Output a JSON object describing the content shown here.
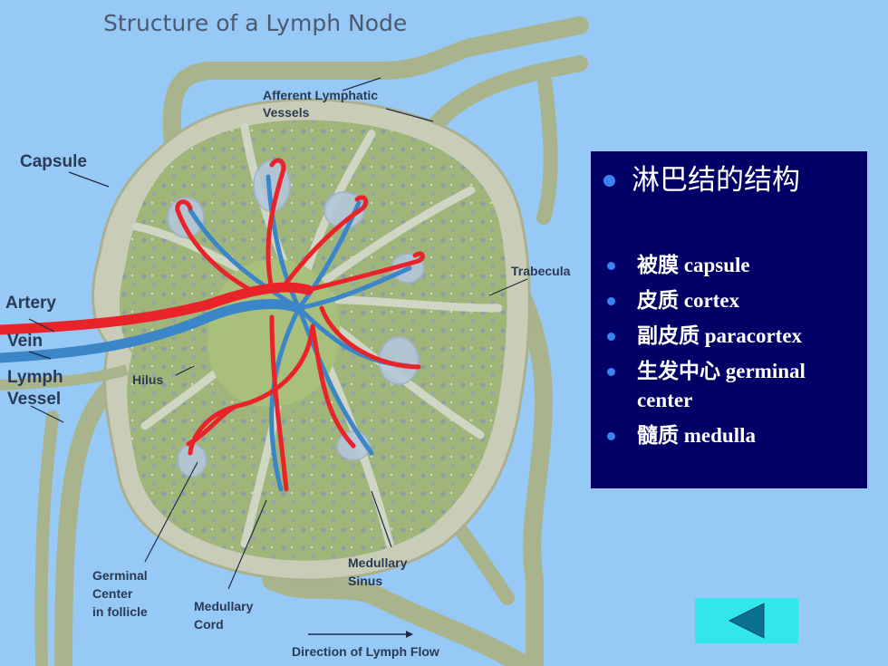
{
  "diagram": {
    "title": "Structure of a Lymph Node",
    "labels": {
      "afferent_1": "Afferent Lymphatic",
      "afferent_2": "Vessels",
      "capsule": "Capsule",
      "trabecula": "Trabecula",
      "artery": "Artery",
      "vein": "Vein",
      "lymph_vessel_1": "Lymph",
      "lymph_vessel_2": "Vessel",
      "hilus": "Hilus",
      "germinal_1": "Germinal",
      "germinal_2": "Center",
      "germinal_3": "in follicle",
      "medullary_cord_1": "Medullary",
      "medullary_cord_2": "Cord",
      "medullary_sinus_1": "Medullary",
      "medullary_sinus_2": "Sinus",
      "direction": "Direction of Lymph Flow"
    },
    "colors": {
      "background": "#97c9f7",
      "vessel": "#a9b48c",
      "capsule": "#c9cdb8",
      "cortex": "#9fb57a",
      "medulla": "#a8c07c",
      "artery": "#e8242a",
      "vein": "#3a86c8"
    }
  },
  "panel": {
    "heading": "淋巴结的结构",
    "items": [
      "被膜 capsule",
      "皮质 cortex",
      "副皮质 paracortex",
      "生发中心 germinal center",
      "髓质 medulla"
    ],
    "bullet_color": "#3b82f0",
    "background": "#000066"
  },
  "nav": {
    "back_icon": "triangle-left-icon",
    "color": "#33e6ea"
  }
}
